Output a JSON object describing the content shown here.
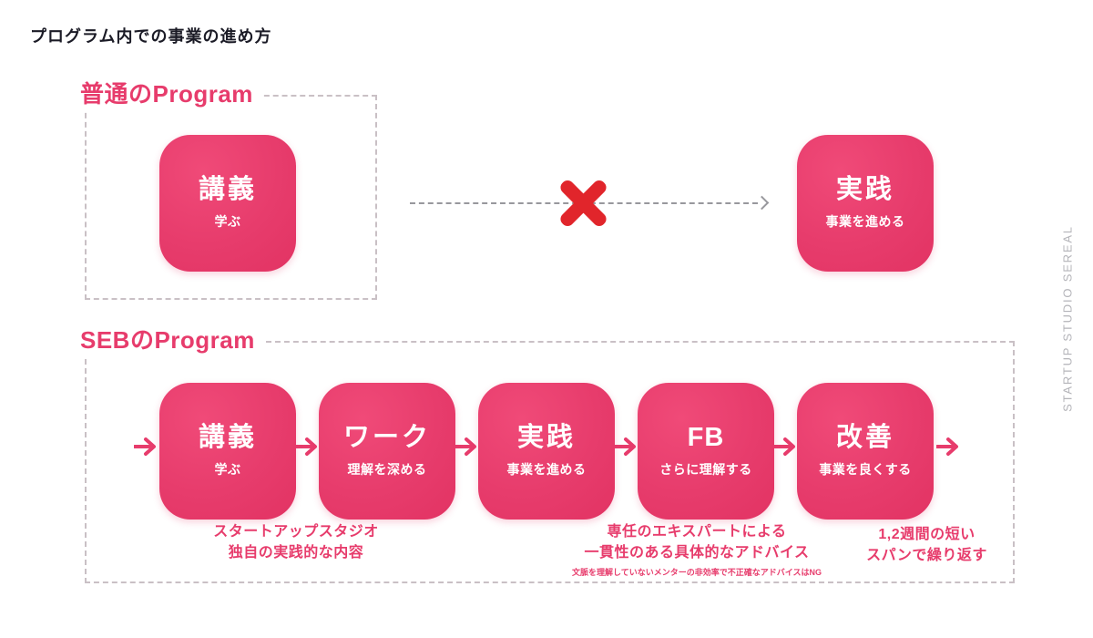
{
  "page": {
    "title": "プログラム内での事業の進め方",
    "watermark": "STARTUP STUDIO SEREAL"
  },
  "colors": {
    "accent_pink": "#E73C6C",
    "cross_red": "#E1252B",
    "title_dark": "#1B1B26",
    "watermark_gray": "#B4B4B9",
    "dash_gray": "#C9C0C5"
  },
  "icons": {
    "flow_arrow": "arrow-right",
    "blocked": "cross-mark",
    "dashed_arrow": "dashed-arrow-right"
  },
  "normal_program": {
    "heading": "普通のProgram",
    "boxes": [
      {
        "title": "講義",
        "subtitle": "学ぶ"
      },
      {
        "title": "実践",
        "subtitle": "事業を進める"
      }
    ]
  },
  "seb_program": {
    "heading": "SEBのProgram",
    "steps": [
      {
        "title": "講義",
        "subtitle": "学ぶ"
      },
      {
        "title": "ワーク",
        "subtitle": "理解を深める"
      },
      {
        "title": "実践",
        "subtitle": "事業を進める"
      },
      {
        "title": "FB",
        "subtitle": "さらに理解する"
      },
      {
        "title": "改善",
        "subtitle": "事業を良くする"
      }
    ],
    "notes": [
      {
        "line1": "スタートアップスタジオ",
        "line2": "独自の実践的な内容"
      },
      {
        "line1": "専任のエキスパートによる",
        "line2": "一貫性のある具体的なアドバイス",
        "small": "文脈を理解していないメンターの非効率で不正確なアドバイスはNG"
      },
      {
        "line1": "1,2週間の短い",
        "line2": "スパンで繰り返す"
      }
    ]
  }
}
